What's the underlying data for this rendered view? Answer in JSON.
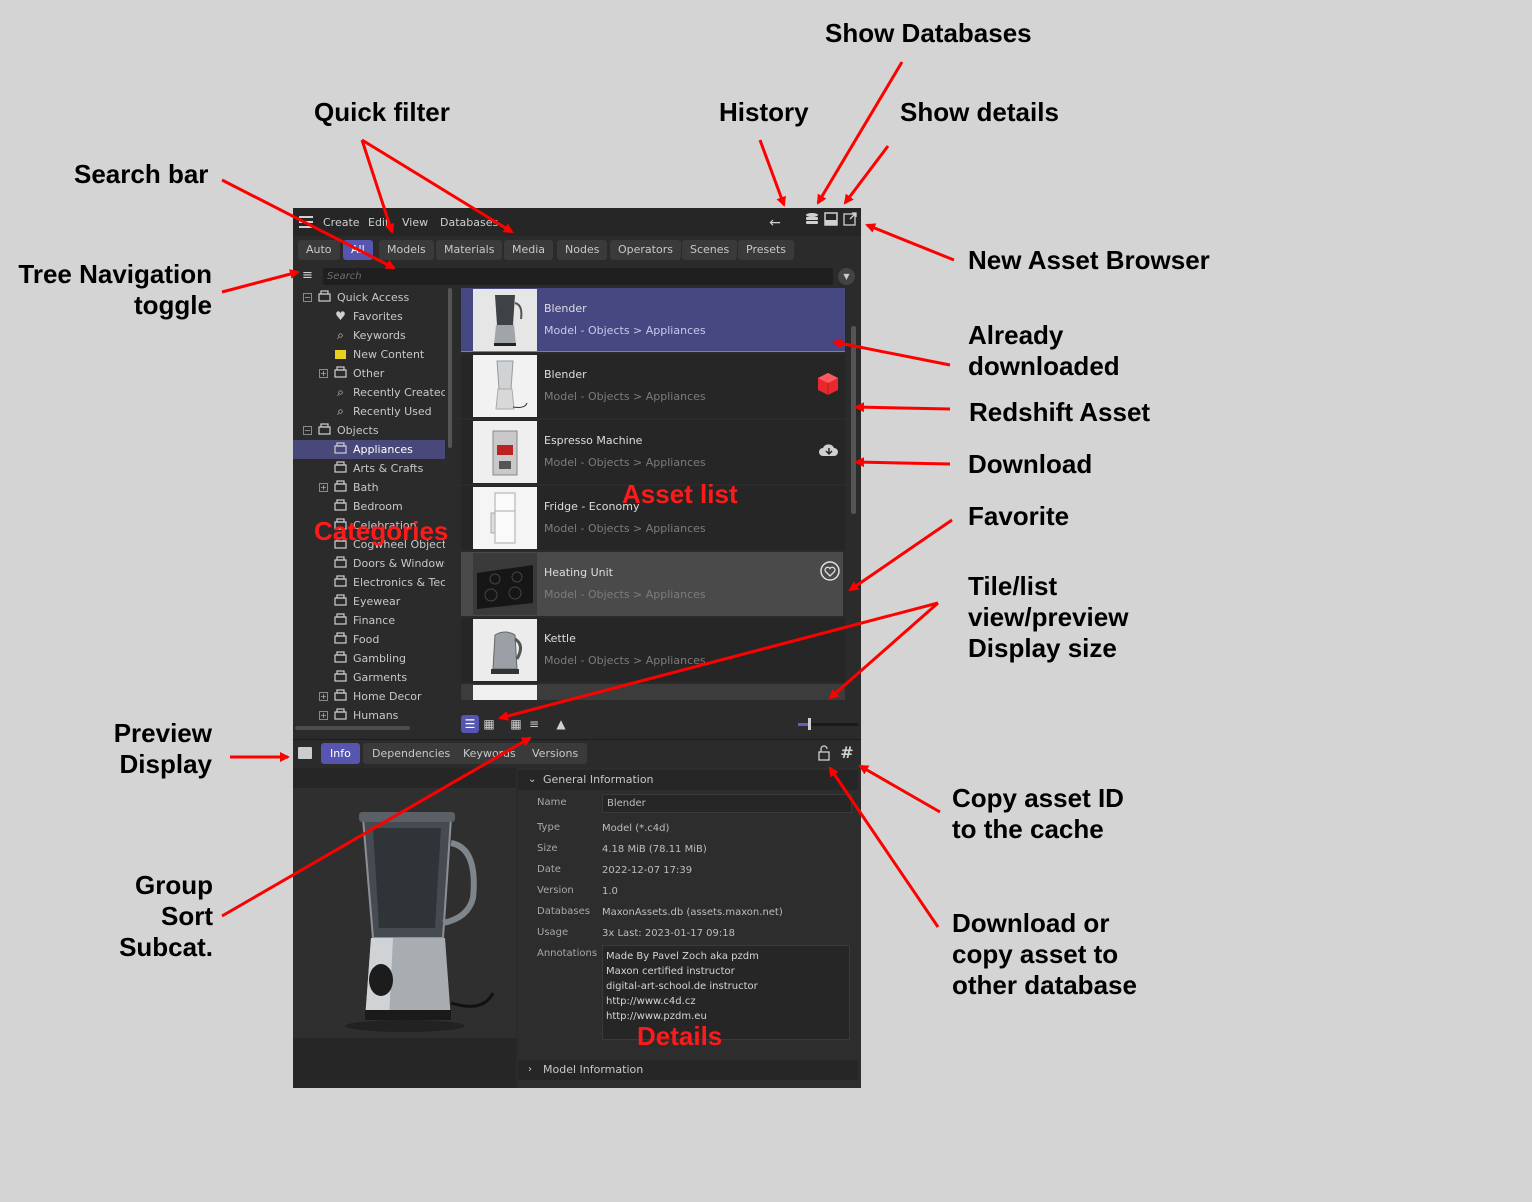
{
  "annotations": {
    "show_databases": "Show Databases",
    "quick_filter": "Quick filter",
    "history": "History",
    "show_details": "Show details",
    "search_bar": "Search bar",
    "tree_nav_toggle": "Tree Navigation\ntoggle",
    "new_asset_browser": "New Asset Browser",
    "already_downloaded": "Already\ndownloaded",
    "redshift_asset": "Redshift Asset",
    "download": "Download",
    "favorite": "Favorite",
    "tile_list": "Tile/list\nview/preview\nDisplay size",
    "preview_display": "Preview\nDisplay",
    "group_sort": "Group\nSort\nSubcat.",
    "copy_asset_id": "Copy asset ID\nto the cache",
    "download_copy": "Download or\ncopy asset to\nother database",
    "categories": "Categories",
    "asset_list": "Asset list",
    "details": "Details"
  },
  "menu": [
    "Create",
    "Edit",
    "View",
    "Databases"
  ],
  "filters": [
    "Auto",
    "All",
    "Models",
    "Materials",
    "Media",
    "Nodes",
    "Operators",
    "Scenes",
    "Presets"
  ],
  "active_filter": "All",
  "search": {
    "placeholder": "Search"
  },
  "tree": [
    {
      "label": "Quick Access",
      "expander": "minus",
      "level": 0,
      "icon": "box-icon"
    },
    {
      "label": "Favorites",
      "level": 1,
      "icon": "heart-icon"
    },
    {
      "label": "Keywords",
      "level": 1,
      "icon": "search-icon"
    },
    {
      "label": "New Content",
      "level": 1,
      "icon": "new-content-icon"
    },
    {
      "label": "Other",
      "expander": "plus",
      "level": 1,
      "icon": "box-icon"
    },
    {
      "label": "Recently Created",
      "level": 1,
      "icon": "search-icon"
    },
    {
      "label": "Recently Used",
      "level": 1,
      "icon": "search-icon"
    },
    {
      "label": "Objects",
      "expander": "minus",
      "level": 0,
      "icon": "box-icon"
    },
    {
      "label": "Appliances",
      "level": 1,
      "icon": "box-icon",
      "selected": true
    },
    {
      "label": "Arts & Crafts",
      "level": 1,
      "icon": "box-icon"
    },
    {
      "label": "Bath",
      "expander": "plus",
      "level": 1,
      "icon": "box-icon"
    },
    {
      "label": "Bedroom",
      "level": 1,
      "icon": "box-icon"
    },
    {
      "label": "Celebration",
      "level": 1,
      "icon": "box-icon"
    },
    {
      "label": "Cogwheel Objects",
      "level": 1,
      "icon": "box-icon"
    },
    {
      "label": "Doors & Windows",
      "level": 1,
      "icon": "box-icon"
    },
    {
      "label": "Electronics & Techn",
      "level": 1,
      "icon": "box-icon"
    },
    {
      "label": "Eyewear",
      "level": 1,
      "icon": "box-icon"
    },
    {
      "label": "Finance",
      "level": 1,
      "icon": "box-icon"
    },
    {
      "label": "Food",
      "level": 1,
      "icon": "box-icon"
    },
    {
      "label": "Gambling",
      "level": 1,
      "icon": "box-icon"
    },
    {
      "label": "Garments",
      "level": 1,
      "icon": "box-icon"
    },
    {
      "label": "Home Decor",
      "expander": "plus",
      "level": 1,
      "icon": "box-icon"
    },
    {
      "label": "Humans",
      "expander": "plus",
      "level": 1,
      "icon": "box-icon"
    }
  ],
  "assets": [
    {
      "name": "Blender",
      "path": "Model - Objects > Appliances",
      "state": "selected",
      "thumb": "blender"
    },
    {
      "name": "Blender",
      "path": "Model - Objects > Appliances",
      "state": "normal",
      "thumb": "blender2",
      "badge": "redshift-icon"
    },
    {
      "name": "Espresso Machine",
      "path": "Model - Objects > Appliances",
      "state": "normal",
      "thumb": "espresso",
      "badge": "cloud-download-icon"
    },
    {
      "name": "Fridge - Economy",
      "path": "Model - Objects > Appliances",
      "state": "normal",
      "thumb": "fridge"
    },
    {
      "name": "Heating Unit",
      "path": "Model - Objects > Appliances",
      "state": "hover",
      "thumb": "heating",
      "badge": "heart-icon"
    },
    {
      "name": "Kettle",
      "path": "Model - Objects > Appliances",
      "state": "normal",
      "thumb": "kettle"
    }
  ],
  "detail_tabs": [
    "Info",
    "Dependencies",
    "Keywords",
    "Versions"
  ],
  "active_detail_tab": "Info",
  "details": {
    "general_title": "General Information",
    "name_label": "Name",
    "name_value": "Blender",
    "type_label": "Type",
    "type_value": "Model (*.c4d)",
    "size_label": "Size",
    "size_value": "4.18 MiB (78.11 MiB)",
    "date_label": "Date",
    "date_value": "2022-12-07 17:39",
    "version_label": "Version",
    "version_value": "1.0",
    "databases_label": "Databases",
    "databases_value": "MaxonAssets.db (assets.maxon.net)",
    "usage_label": "Usage",
    "usage_value": "3x Last: 2023-01-17 09:18",
    "annotations_label": "Annotations",
    "annotations_lines": [
      "Made By Pavel Zoch aka pzdm",
      "Maxon certified instructor",
      "digital-art-school.de instructor",
      "http://www.c4d.cz",
      "http://www.pzdm.eu"
    ],
    "model_info_title": "Model Information"
  },
  "colors": {
    "accent": "#5656b0",
    "selection": "#474782",
    "arrow": "#ff0000",
    "annotation_red": "#ff1a1a"
  }
}
